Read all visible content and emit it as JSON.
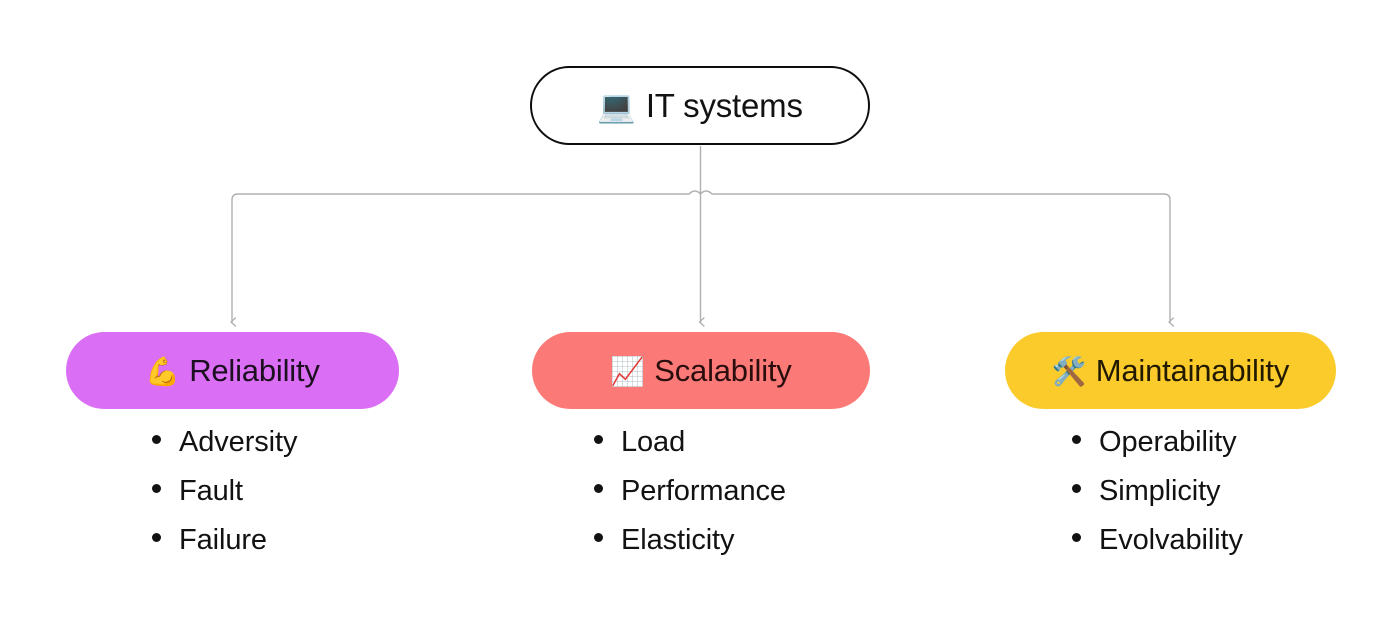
{
  "diagram": {
    "background_color": "#ffffff",
    "connector_color": "#b0b0b0",
    "root": {
      "emoji": "💻",
      "emoji_name": "laptop-emoji",
      "label": "IT systems",
      "border_color": "#0d0d0d",
      "fill_color": "#ffffff",
      "text_color": "#121212"
    },
    "branches": [
      {
        "id": "reliability",
        "emoji": "💪",
        "emoji_name": "flexed-biceps-emoji",
        "label": "Reliability",
        "fill_color": "#da6ef5",
        "text_color": "#1b0f20",
        "items": [
          "Adversity",
          "Fault",
          "Failure"
        ]
      },
      {
        "id": "scalability",
        "emoji": "📈",
        "emoji_name": "chart-increasing-emoji",
        "label": "Scalability",
        "fill_color": "#fb7a77",
        "text_color": "#2a0e0d",
        "items": [
          "Load",
          "Performance",
          "Elasticity"
        ]
      },
      {
        "id": "maintainability",
        "emoji": "🛠️",
        "emoji_name": "hammer-and-wrench-emoji",
        "label": "Maintainability",
        "fill_color": "#fbcb2b",
        "text_color": "#221a00",
        "items": [
          "Operability",
          "Simplicity",
          "Evolvability"
        ]
      }
    ]
  }
}
